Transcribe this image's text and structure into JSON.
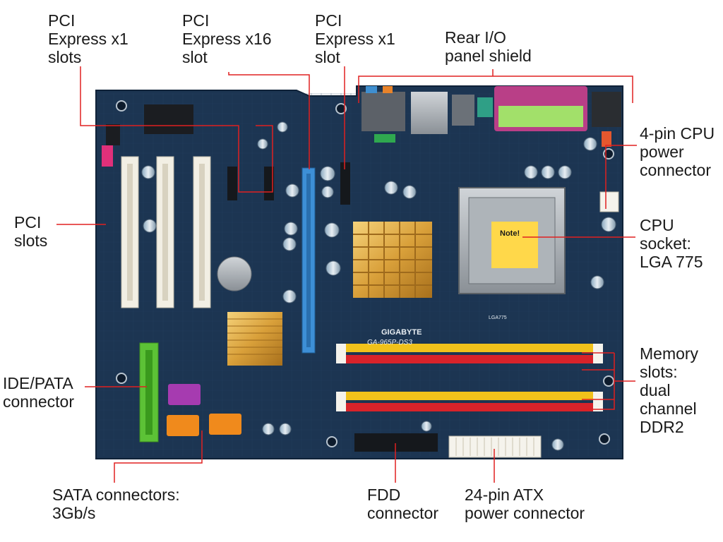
{
  "diagram": {
    "board_text": {
      "brand": "GIGABYTE",
      "model": "GA-965P-DS3",
      "note": "Note!",
      "cpu_tag": "LGA775"
    },
    "labels": {
      "pci_express_x1_left": "PCI\nExpress x1\nslots",
      "pci_express_x16": "PCI\nExpress x16\nslot",
      "pci_express_x1_right": "PCI\nExpress x1\nslot",
      "rear_io": "Rear I/O\npanel shield",
      "cpu_power": "4-pin CPU\npower\nconnector",
      "pci_slots": "PCI\nslots",
      "cpu_socket": "CPU\nsocket:\nLGA 775",
      "memory_slots": "Memory\nslots:\ndual\nchannel\nDDR2",
      "ide": "IDE/PATA\nconnector",
      "sata": "SATA connectors:\n3Gb/s",
      "fdd": "FDD\nconnector",
      "atx_power": "24-pin ATX\npower connector"
    },
    "colors": {
      "pcb": "#1c3552",
      "leader": "#e02020",
      "text": "#1a1a1a",
      "dimm_yellow": "#f1c21b",
      "dimm_red": "#d8232a",
      "pci_white": "#f2efe4",
      "pcie_blue": "#3d8fd6",
      "heatsink_gold": "#d9a03a",
      "ide_green": "#5cc236",
      "sata_orange": "#f08a1c",
      "sata_purple": "#a63bb0"
    }
  }
}
